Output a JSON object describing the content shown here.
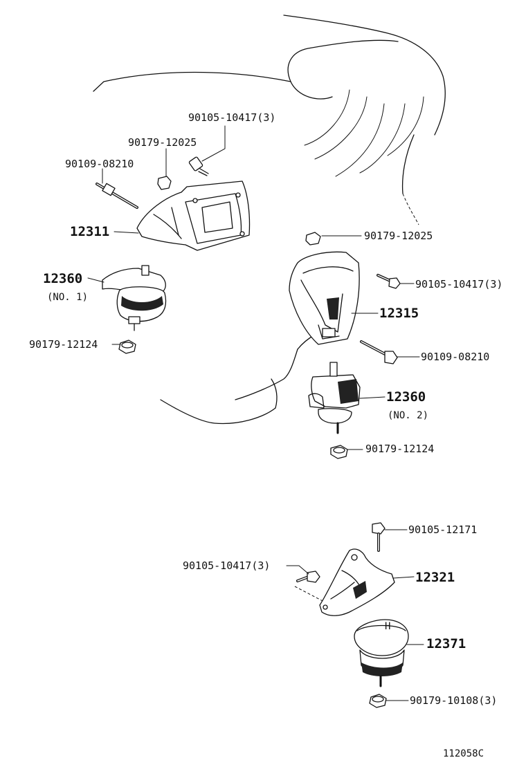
{
  "diagram": {
    "reference_code": "112058C",
    "parts": {
      "bolt_top_left": "90105-10417(3)",
      "nut_top_left": "90179-12025",
      "stud_top_left": "90109-08210",
      "bracket_left": "12311",
      "mount_no1": "12360",
      "mount_no1_note": "(NO. 1)",
      "nut_left_lower": "90179-12124",
      "nut_right_top": "90179-12025",
      "bolt_right": "90105-10417(3)",
      "bracket_right": "12315",
      "stud_right": "90109-08210",
      "mount_no2": "12360",
      "mount_no2_note": "(NO. 2)",
      "nut_right_lower": "90179-12124",
      "bolt_rear_top": "90105-12171",
      "bolt_rear_left": "90105-10417(3)",
      "bracket_rear": "12321",
      "mount_rear": "12371",
      "nut_rear": "90179-10108(3)"
    }
  }
}
